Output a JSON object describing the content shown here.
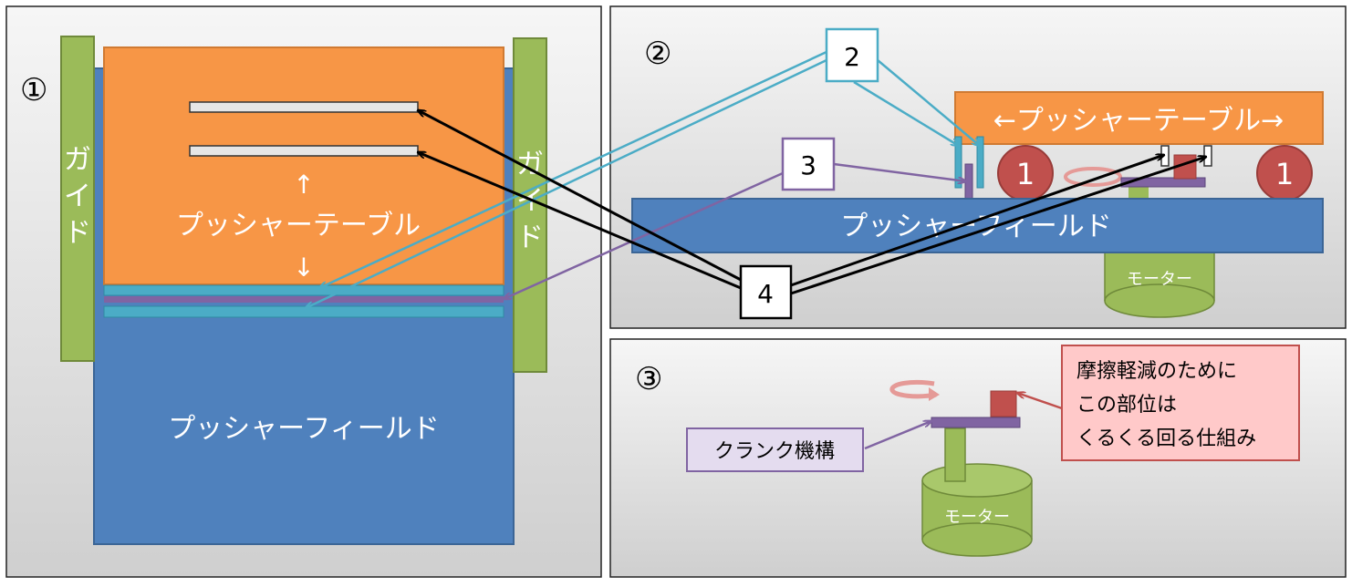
{
  "panel1": {
    "number": "①",
    "guide_left": [
      "ガ",
      "イ",
      "ド"
    ],
    "guide_right": [
      "ガ",
      "イ",
      "ド"
    ],
    "table_up_arrow": "↑",
    "table_label": "プッシャーテーブル",
    "table_down_arrow": "↓",
    "field_label": "プッシャーフィールド"
  },
  "panel2": {
    "number": "②",
    "table_label": "←プッシャーテーブル→",
    "field_label": "プッシャーフィールド",
    "wheel_label": "1",
    "motor_label": "モーター"
  },
  "panel3": {
    "number": "③",
    "crank_label": "クランク機構",
    "motor_label": "モーター",
    "note_lines": [
      "摩擦軽減のために",
      "この部位は",
      "くるくる回る仕組み"
    ]
  },
  "callouts": {
    "c2": "2",
    "c3": "3",
    "c4": "4"
  },
  "colors": {
    "orange": "#F79646",
    "blue": "#4F81BD",
    "green": "#9BBB59",
    "teal": "#4BACC6",
    "purple": "#8064A2",
    "red": "#C0504D",
    "panel_bg": "#DCDCDC"
  }
}
